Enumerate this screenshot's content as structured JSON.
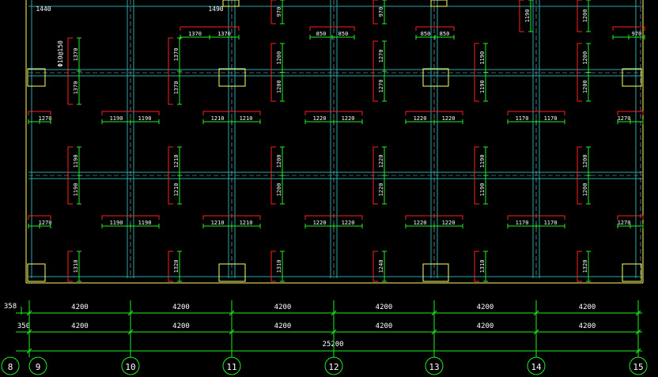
{
  "colors": {
    "background": "#000000",
    "slab_outline": "#ffff66",
    "beam_line": "#2aa7a7",
    "beam_dash": "#9fb7c7",
    "top_rebar": "#ff2020",
    "bottom_rebar": "#22ee22",
    "dimension": "#22ee22",
    "text": "#ffffff"
  },
  "top_fragments": {
    "left": "1440",
    "mid": "1490"
  },
  "rebar_spec": "Φ10@150",
  "h_bars": {
    "row_a": [
      {
        "l": "1370",
        "r": "1370"
      },
      {
        "l": "850",
        "r": "850"
      },
      {
        "l": "850",
        "r": "850"
      },
      {
        "l": "",
        "r": "970"
      }
    ],
    "row_b": [
      {
        "l": "",
        "r": "1270"
      },
      {
        "l": "1190",
        "r": "1190"
      },
      {
        "l": "1210",
        "r": "1210"
      },
      {
        "l": "1220",
        "r": "1220"
      },
      {
        "l": "1220",
        "r": "1220"
      },
      {
        "l": "1170",
        "r": "1170"
      },
      {
        "l": "1270",
        "r": ""
      }
    ],
    "row_c": [
      {
        "l": "",
        "r": "1270"
      },
      {
        "l": "1190",
        "r": "1190"
      },
      {
        "l": "1210",
        "r": "1210"
      },
      {
        "l": "1220",
        "r": "1220"
      },
      {
        "l": "1220",
        "r": "1220"
      },
      {
        "l": "1170",
        "r": "1170"
      },
      {
        "l": "1270",
        "r": ""
      }
    ]
  },
  "v_bars": {
    "row_top": [
      {
        "t": "970"
      },
      {
        "t": "970"
      },
      {
        "t": "1190"
      },
      {
        "t": "1200"
      }
    ],
    "row_1": [
      {
        "t": "1370",
        "b": "1370"
      },
      {
        "t": "1370",
        "b": "1370"
      },
      {
        "t": "1200",
        "b": "1200"
      },
      {
        "t": "1270",
        "b": "1270"
      },
      {
        "t": "1190",
        "b": "1190"
      },
      {
        "t": "1200",
        "b": "1200"
      }
    ],
    "row_2": [
      {
        "t": "1190",
        "b": "1190"
      },
      {
        "t": "1210",
        "b": "1210"
      },
      {
        "t": "1200",
        "b": "1200"
      },
      {
        "t": "1220",
        "b": "1220"
      },
      {
        "t": "1190",
        "b": "1190"
      },
      {
        "t": "1200",
        "b": "1200"
      }
    ],
    "row_3": [
      {
        "t": "1310"
      },
      {
        "t": "1320"
      },
      {
        "t": "1310"
      },
      {
        "t": "1240"
      },
      {
        "t": "1310"
      },
      {
        "t": "1320"
      }
    ]
  },
  "dimensions": {
    "offset_1": "358",
    "offset_2": "350",
    "row_1": [
      "4200",
      "4200",
      "4200",
      "4200",
      "4200",
      "4200"
    ],
    "row_2": [
      "4200",
      "4200",
      "4200",
      "4200",
      "4200",
      "4200"
    ],
    "total": "25200"
  },
  "axes": [
    "8",
    "9",
    "10",
    "11",
    "12",
    "13",
    "14",
    "15"
  ]
}
